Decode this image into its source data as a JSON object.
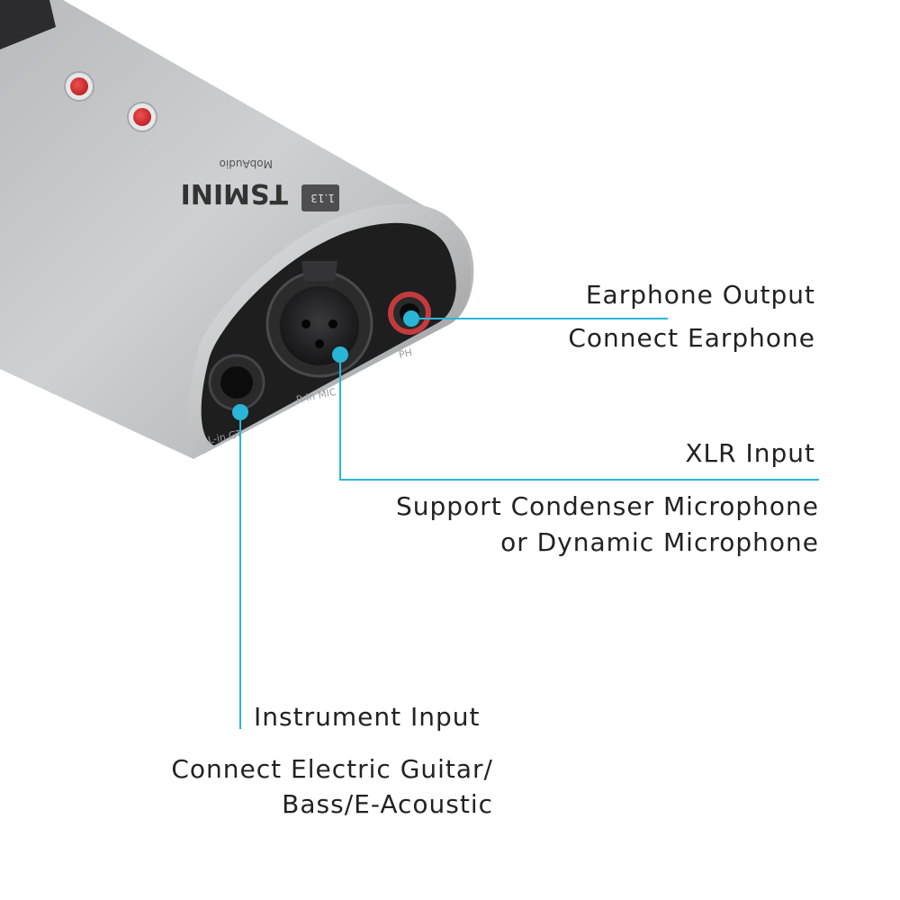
{
  "colors": {
    "accent": "#29b6d6",
    "text": "#222222",
    "body": "#c9cacc",
    "panel": "#1e1e1f",
    "button_red": "#d8282a"
  },
  "device": {
    "brand": "TSMINI",
    "sub_brand": "MobAudio",
    "badge": "1.13",
    "ports": {
      "instrument": "L-in GT",
      "xlr": "R-in MIC",
      "phones": "PH"
    }
  },
  "callouts": {
    "earphone": {
      "title": "Earphone Output",
      "desc": "Connect Earphone"
    },
    "xlr": {
      "title": "XLR Input",
      "desc_line1": "Support Condenser Microphone",
      "desc_line2": "or Dynamic Microphone"
    },
    "instrument": {
      "title": "Instrument Input",
      "desc_line1": "Connect Electric Guitar/",
      "desc_line2": "Bass/E-Acoustic"
    }
  }
}
